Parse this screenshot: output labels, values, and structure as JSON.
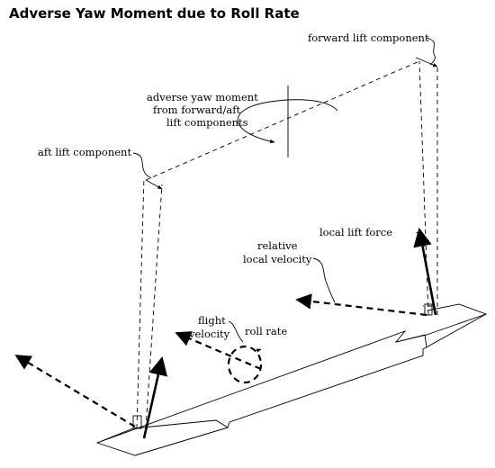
{
  "title": "Adverse Yaw Moment due to Roll Rate",
  "labels": {
    "forward_lift": "forward lift component",
    "adverse_yaw_line1": "adverse yaw moment",
    "adverse_yaw_line2": "from forward/aft",
    "adverse_yaw_line3": "lift components",
    "aft_lift": "aft lift component",
    "local_lift_force": "local lift force",
    "relative_line1": "relative",
    "relative_line2": "local velocity",
    "flight_line1": "flight",
    "flight_line2": "velocity",
    "roll_rate": "roll rate"
  }
}
